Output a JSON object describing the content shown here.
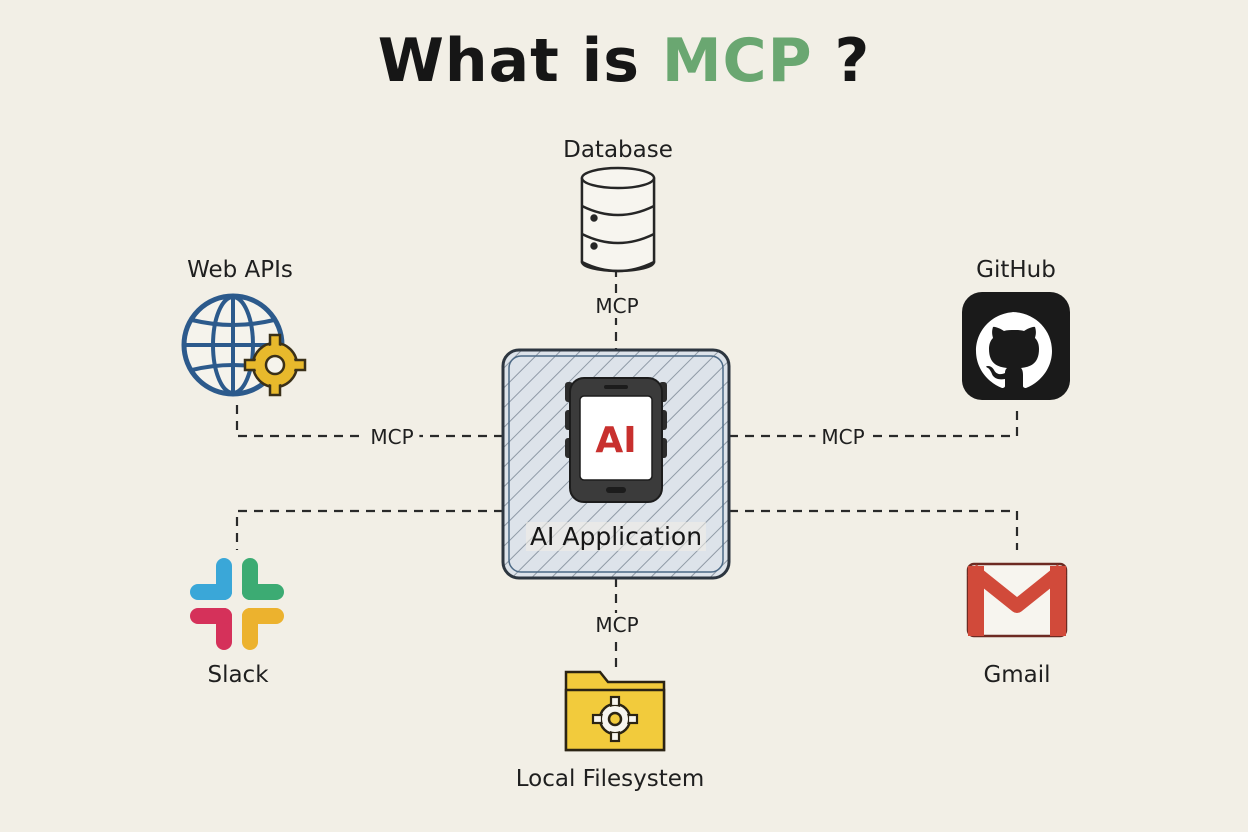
{
  "title": {
    "prefix": "What is ",
    "accent": "MCP",
    "suffix": " ?"
  },
  "center": {
    "label": "AI Application",
    "chip_text": "AI"
  },
  "nodes": {
    "database": "Database",
    "web_apis": "Web APIs",
    "github": "GitHub",
    "slack": "Slack",
    "gmail": "Gmail",
    "filesystem": "Local Filesystem"
  },
  "connector_label": "MCP",
  "colors": {
    "background": "#f2efe6",
    "accent": "#6aa771",
    "ink": "#1f1f1f",
    "ai_red": "#c8302e",
    "folder_yellow": "#f2cb3c",
    "gmail_red": "#d14a3a",
    "slack_blue": "#3aa7d8",
    "slack_green": "#3cab73",
    "slack_red": "#d5315a",
    "slack_yellow": "#ecb22e",
    "globe_blue": "#2c5a8c"
  },
  "icons": {
    "database": "database-icon",
    "web_apis": "globe-gear-icon",
    "github": "github-icon",
    "slack": "slack-icon",
    "gmail": "gmail-icon",
    "filesystem": "folder-gear-icon",
    "center": "ai-device-icon"
  }
}
